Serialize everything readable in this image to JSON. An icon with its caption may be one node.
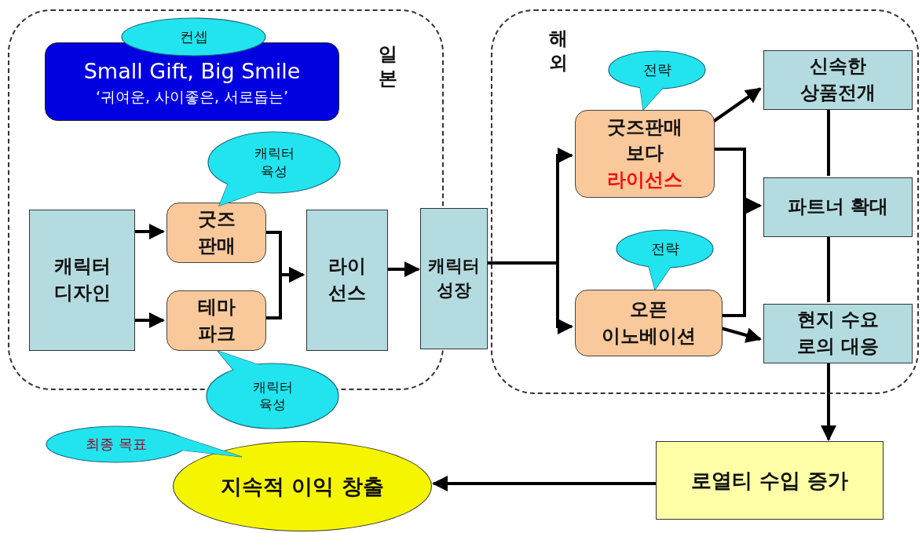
{
  "diagram": {
    "nodes": [
      {
        "text": [
          "일본"
        ]
      },
      {
        "text": [
          "해외"
        ]
      },
      {
        "text": [
          "컨셉"
        ],
        "in": 0
      },
      {
        "text": [
          "Small Gift, Big Smile",
          "‘귀여운, 사이좋은, 서로돕는’"
        ],
        "in": 0
      },
      {
        "text": [
          "캐릭터 육성"
        ],
        "in": 0
      },
      {
        "text": [
          "캐릭터 디자인"
        ],
        "in": 0
      },
      {
        "text": [
          "굿즈 판매"
        ],
        "in": 0
      },
      {
        "text": [
          "테마 파크"
        ],
        "in": 0
      },
      {
        "text": [
          "라이 선스"
        ],
        "in": 0
      },
      {
        "text": [
          "캐릭터 육성"
        ]
      },
      {
        "text": [
          "캐릭터 성장"
        ]
      },
      {
        "text": [
          "전략"
        ],
        "in": 1
      },
      {
        "text": [
          "굿즈판매 보다",
          "라이선스"
        ],
        "in": 1
      },
      {
        "text": [
          "전략"
        ],
        "in": 1
      },
      {
        "text": [
          "오픈 이노베이션"
        ],
        "in": 1
      },
      {
        "text": [
          "신속한 상품전개"
        ],
        "in": 1
      },
      {
        "text": [
          "파트너 확대"
        ],
        "in": 1
      },
      {
        "text": [
          "현지 수요 로의 대응"
        ],
        "in": 1
      },
      {
        "text": [
          "최종 목표"
        ]
      },
      {
        "text": [
          "지속적 이익 창출"
        ]
      },
      {
        "text": [
          "로열티 수입 증가"
        ]
      }
    ],
    "edges": [
      {
        "from": 5,
        "to": 6,
        "arrow": "to"
      },
      {
        "from": 5,
        "to": 7,
        "arrow": "to"
      },
      {
        "from": 6,
        "to": 8,
        "arrow": "to"
      },
      {
        "from": 7,
        "to": 8,
        "arrow": "to"
      },
      {
        "from": 8,
        "to": 10,
        "arrow": "to"
      },
      {
        "from": 10,
        "to": 12,
        "arrow": "to"
      },
      {
        "from": 10,
        "to": 14,
        "arrow": "to"
      },
      {
        "from": 12,
        "to": 15,
        "arrow": "to"
      },
      {
        "from": 12,
        "to": 16,
        "arrow": "to"
      },
      {
        "from": 14,
        "to": 16,
        "arrow": "to"
      },
      {
        "from": 14,
        "to": 17,
        "arrow": "to"
      },
      {
        "from": 15,
        "to": 16,
        "arrow": "none"
      },
      {
        "from": 16,
        "to": 17,
        "arrow": "none"
      },
      {
        "from": 17,
        "to": 20,
        "arrow": "to"
      },
      {
        "from": 20,
        "to": 19,
        "arrow": "to"
      }
    ]
  }
}
